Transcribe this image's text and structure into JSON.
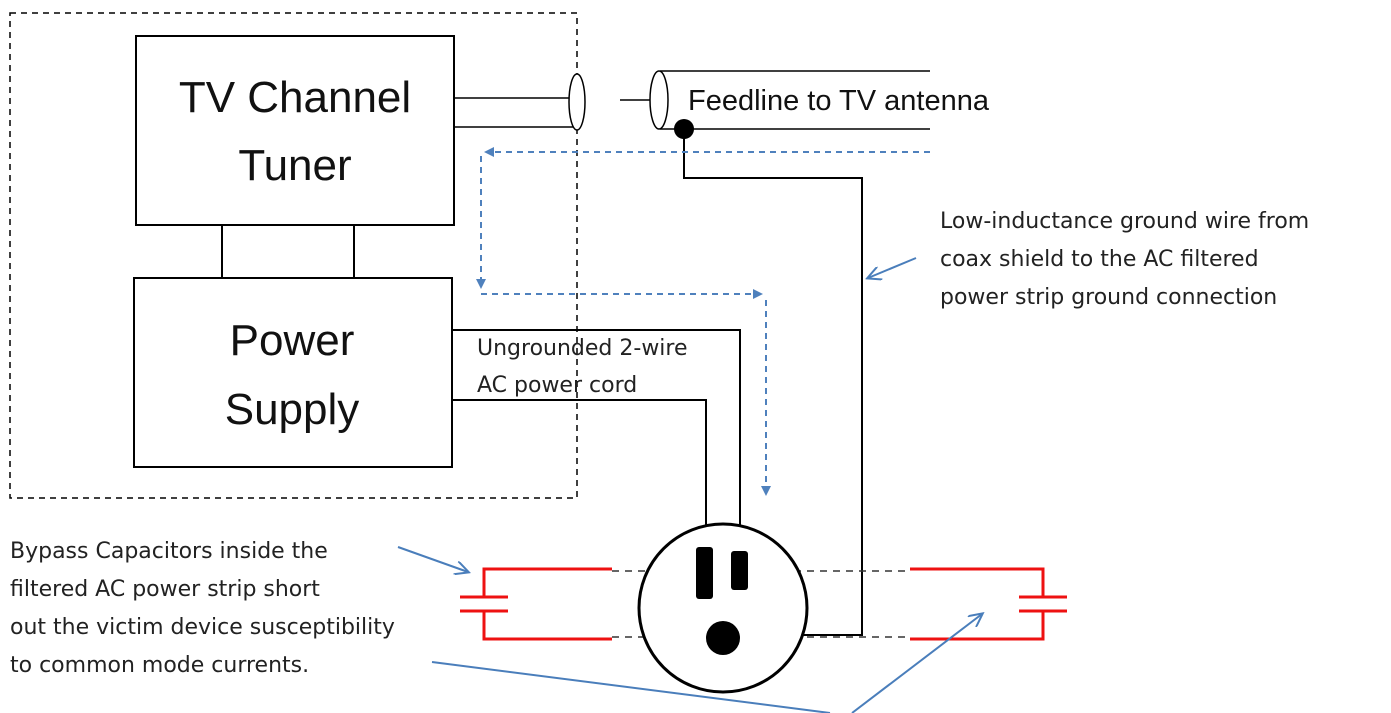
{
  "tuner": {
    "line1": "TV Channel",
    "line2": "Tuner"
  },
  "power_supply": {
    "line1": "Power",
    "line2": "Supply"
  },
  "feedline_label": "Feedline to TV antenna",
  "ground_wire_note": {
    "line1": "Low-inductance ground wire from",
    "line2": "coax shield to the AC filtered",
    "line3": "power strip ground connection"
  },
  "cord_note": {
    "line1": "Ungrounded 2-wire",
    "line2": "AC power cord"
  },
  "capacitor_note": {
    "line1": "Bypass Capacitors inside the",
    "line2": "filtered AC power strip short",
    "line3": "out the victim device susceptibility",
    "line4": "to common mode currents."
  },
  "colors": {
    "wire": "#000000",
    "current_path": "#4f81bd",
    "arrow": "#4a7ebb",
    "capacitor": "#ee1111"
  }
}
